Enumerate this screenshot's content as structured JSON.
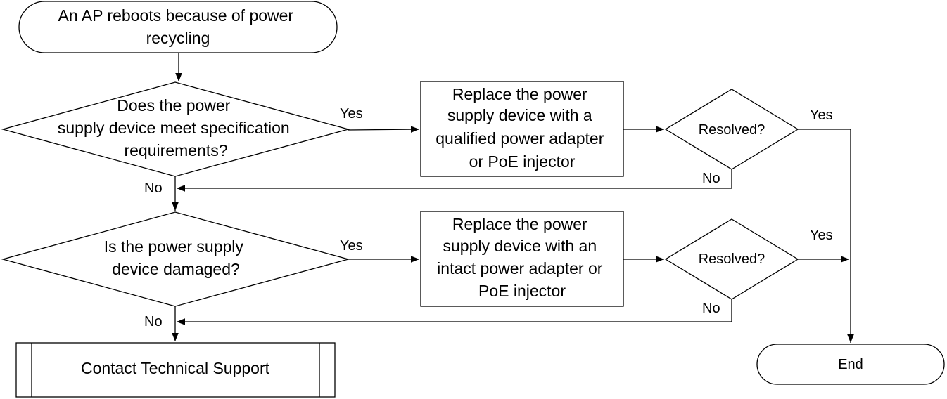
{
  "nodes": {
    "start": {
      "lines": [
        "An AP reboots because of power",
        "recycling"
      ]
    },
    "q_spec": {
      "lines": [
        "Does the power",
        "supply device meet specification",
        "requirements?"
      ]
    },
    "act_qualified": {
      "lines": [
        "Replace the power",
        "supply device with a",
        "qualified power adapter",
        "or PoE injector"
      ]
    },
    "resolved1": {
      "lines": [
        "Resolved?"
      ]
    },
    "q_damaged": {
      "lines": [
        "Is the power supply",
        "device damaged?"
      ]
    },
    "act_intact": {
      "lines": [
        "Replace the power",
        "supply device with an",
        "intact power adapter or",
        "PoE injector"
      ]
    },
    "resolved2": {
      "lines": [
        "Resolved?"
      ]
    },
    "contact": {
      "lines": [
        "Contact Technical Support"
      ]
    },
    "end": {
      "lines": [
        "End"
      ]
    }
  },
  "labels": {
    "yes": "Yes",
    "no": "No"
  }
}
